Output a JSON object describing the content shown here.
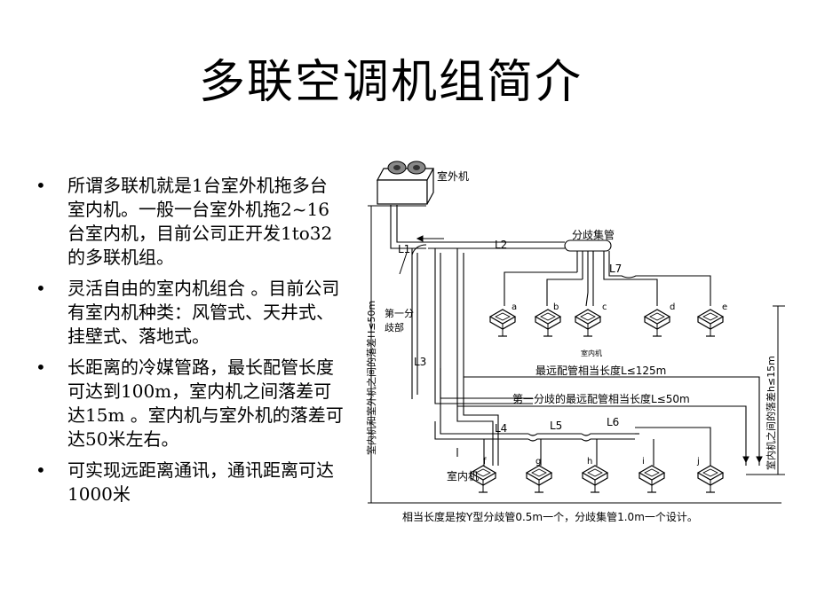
{
  "title": "多联空调机组简介",
  "bullets": [
    "所谓多联机就是1台室外机拖多台室内机。一般一台室外机拖2~16台室内机，目前公司正开发1to32的多联机组。",
    "灵活自由的室内机组合 。目前公司有室内机种类：风管式、天井式、挂壁式、落地式。",
    "长距离的冷媒管路，最长配管长度可达到100m，室内机之间落差可达15m 。室内机与室外机的落差可达50米左右。",
    "可实现远距离通讯，通讯距离可达1000米"
  ],
  "diagram": {
    "outdoor_unit": "室外机",
    "header": "分歧集管",
    "first_branch": [
      "第一分",
      "歧部"
    ],
    "pipes": [
      "L1",
      "L2",
      "L3",
      "L4",
      "L5",
      "L6",
      "L7"
    ],
    "indoor_top": [
      "a",
      "b",
      "c",
      "d",
      "e"
    ],
    "indoor_bottom": [
      "f",
      "g",
      "h",
      "i",
      "j"
    ],
    "indoor_small_label": "室内机",
    "indoor_label": "室内机",
    "max_length": "最远配管相当长度L≤125m",
    "first_branch_length": "第一分歧的最远配管相当长度L≤50m",
    "height_outdoor": "室内机和室外机之间的落差H≤50m",
    "height_indoor": "室内机之间的落差h≤15m",
    "footnote": "相当长度是按Y型分歧管0.5m一个，分歧集管1.0m一个设计。"
  }
}
